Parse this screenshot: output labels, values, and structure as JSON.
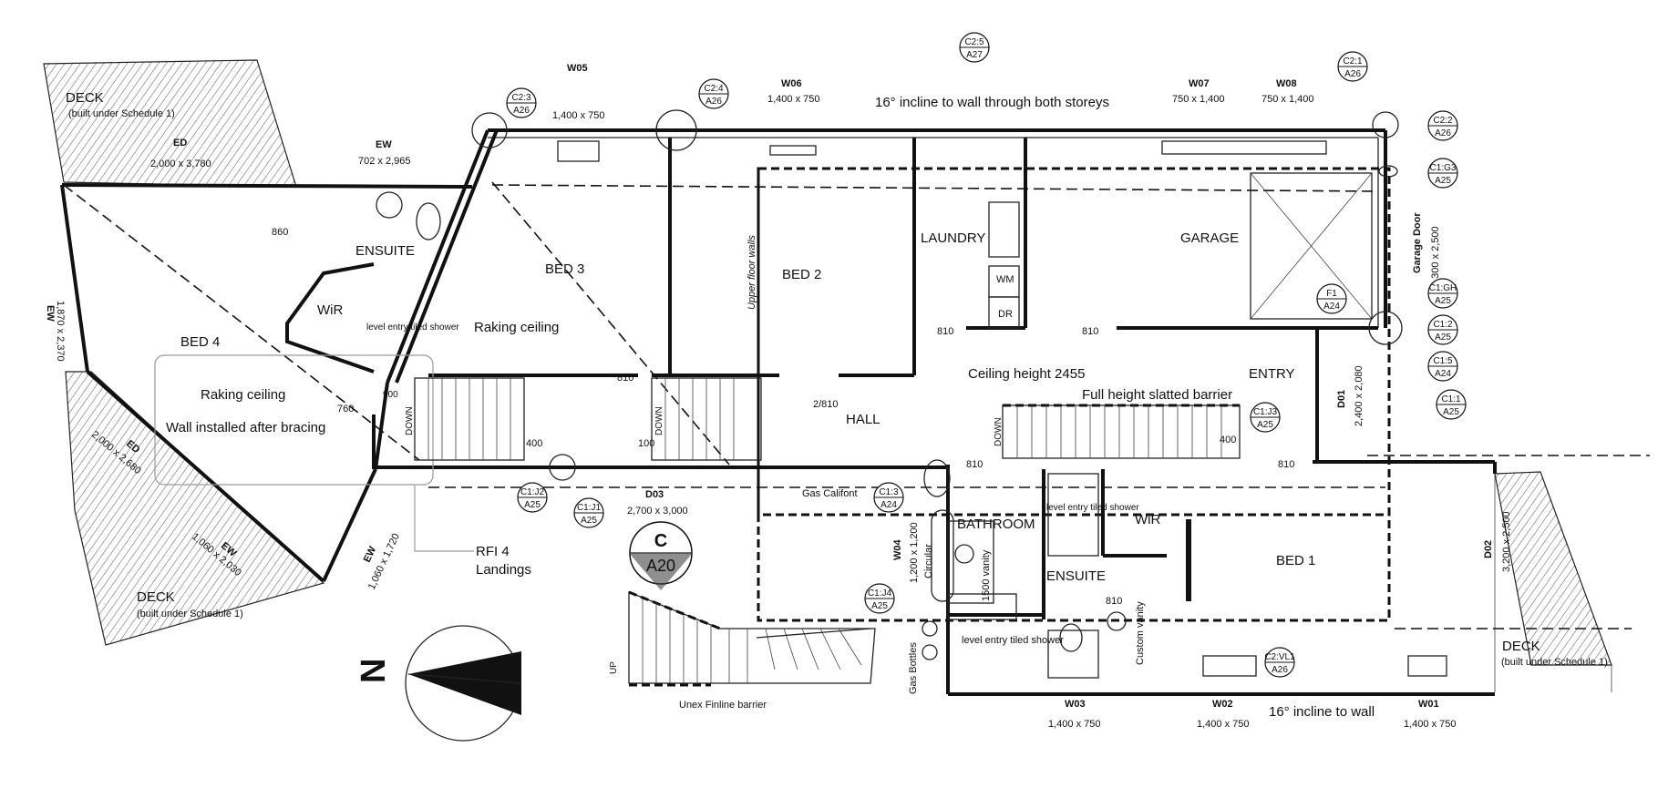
{
  "rooms": {
    "deck_nw": "DECK",
    "deck_nw_note": "(built under Schedule 1)",
    "deck_sw": "DECK",
    "deck_sw_note": "(built under Schedule 1)",
    "deck_e": "DECK",
    "deck_e_note": "(built under Schedule 1)",
    "bed4": "BED 4",
    "bed3": "BED 3",
    "bed2": "BED 2",
    "bed1": "BED 1",
    "ensuite_w": "ENSUITE",
    "ensuite_e": "ENSUITE",
    "wir_w": "WiR",
    "wir_e": "WiR",
    "laundry": "LAUNDRY",
    "garage": "GARAGE",
    "hall": "HALL",
    "entry": "ENTRY",
    "bathroom": "BATHROOM",
    "wm": "WM",
    "dr": "DR"
  },
  "notes": {
    "raking_ceiling_bed3": "Raking ceiling",
    "raking_ceiling_bed4": "Raking ceiling",
    "wall_after_bracing": "Wall installed after bracing",
    "incline_top": "16° incline to wall through both storeys",
    "incline_bottom": "16° incline to wall",
    "upper_floor_walls": "Upper floor walls",
    "ceiling_height": "Ceiling height 2455",
    "slatted_barrier": "Full height slatted barrier",
    "gas_califont": "Gas Califont",
    "level_entry_w": "level entry tiled shower",
    "level_entry_ens": "level entry tiled shower",
    "level_entry_bath": "level entry tiled shower",
    "rfi": "RFI 4",
    "landings": "Landings",
    "unex": "Unex Finline barrier",
    "gas_bottles": "Gas Bottles",
    "vanity_1500": "1500 vanity",
    "custom_vanity": "Custom vanity",
    "circular": "Circular",
    "garage_door": "Garage Door",
    "down_1": "DOWN",
    "down_2": "DOWN",
    "down_3": "DOWN",
    "up": "UP"
  },
  "openings": {
    "w05": "W05",
    "w05_size": "1,400 x 750",
    "w06": "W06",
    "w06_size": "1,400 x 750",
    "w07": "W07",
    "w07_size": "750 x 1,400",
    "w08": "W08",
    "w08_size": "750 x 1,400",
    "w01": "W01",
    "w01_size": "1,400 x 750",
    "w02": "W02",
    "w02_size": "1,400 x 750",
    "w03": "W03",
    "w03_size": "1,400 x 750",
    "w04": "W04",
    "w04_size": "1,200 x 1,200",
    "ed_top": "ED",
    "ed_top_size": "2,000 x 3,780",
    "ew_top": "EW",
    "ew_top_size": "702 x 2,965",
    "ew_left": "EW",
    "ew_left_size": "1,870 x 2,370",
    "ed_sw": "ED",
    "ed_sw_size": "2,000 x 2,680",
    "ew_sw": "EW",
    "ew_sw_size": "1,060 x 2,030",
    "ew_s": "EW",
    "ew_s_size": "1,060 x 1,720",
    "d03": "D03",
    "d03_size": "2,700 x 3,000",
    "d01": "D01",
    "d01_size": "2,400 x 2,080",
    "d02": "D02",
    "d02_size": "3,200 x 2,500",
    "garage_door_size": "2,300 x 2,500"
  },
  "dims": {
    "d860": "860",
    "d760": "760",
    "d900": "900",
    "d400a": "400",
    "d100": "100",
    "d810a": "810",
    "d810b": "810",
    "d810c": "810",
    "d810d": "810",
    "d810e": "810",
    "d810f": "810",
    "d2_810": "2/810",
    "d400b": "400"
  },
  "tags": {
    "c2_3": [
      "C2:3",
      "A26"
    ],
    "c2_4": [
      "C2:4",
      "A26"
    ],
    "c2_5": [
      "C2:5",
      "A27"
    ],
    "c2_1": [
      "C2:1",
      "A26"
    ],
    "c2_2": [
      "C2:2",
      "A26"
    ],
    "c1_g3": [
      "C1:G3",
      "A25"
    ],
    "c1_gh": [
      "C1:GH",
      "A25"
    ],
    "f1": [
      "F1",
      "A24"
    ],
    "c1_2": [
      "C1:2",
      "A25"
    ],
    "c1_5": [
      "C1:5",
      "A24"
    ],
    "c1_1": [
      "C1:1",
      "A25"
    ],
    "c1_j3": [
      "C1:J3",
      "A25"
    ],
    "c1_j2": [
      "C1:J2",
      "A25"
    ],
    "c1_j1": [
      "C1:J1",
      "A25"
    ],
    "c1_3": [
      "C1:3",
      "A24"
    ],
    "c1_j4": [
      "C1:J4",
      "A25"
    ],
    "c2_vl1": [
      "C2:VL1",
      "A26"
    ]
  },
  "section": {
    "letter": "C",
    "sheet": "A20"
  },
  "north": "N"
}
